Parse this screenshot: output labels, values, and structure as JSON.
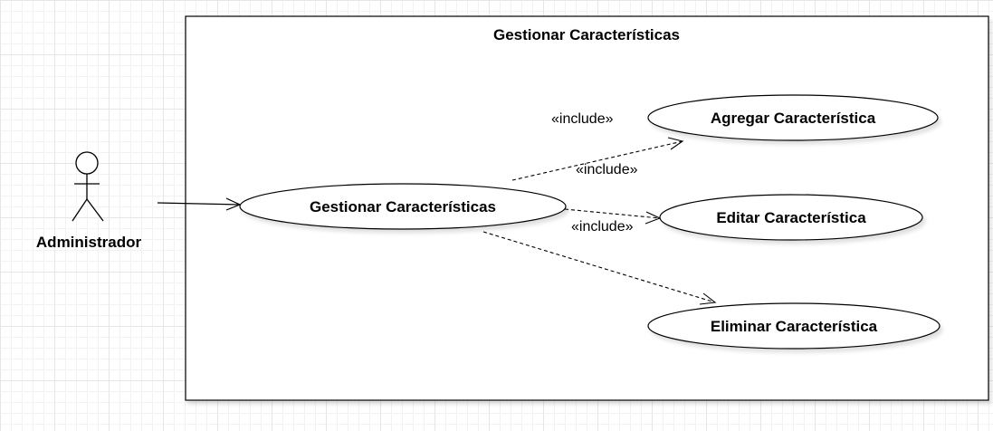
{
  "system": {
    "title": "Gestionar Características"
  },
  "actor": {
    "name": "Administrador"
  },
  "use_cases": {
    "main": "Gestionar Características",
    "add": "Agregar Característica",
    "edit": "Editar Característica",
    "delete": "Eliminar Característica"
  },
  "relations": {
    "include_1": "«include»",
    "include_2": "«include»",
    "include_3": "«include»"
  }
}
